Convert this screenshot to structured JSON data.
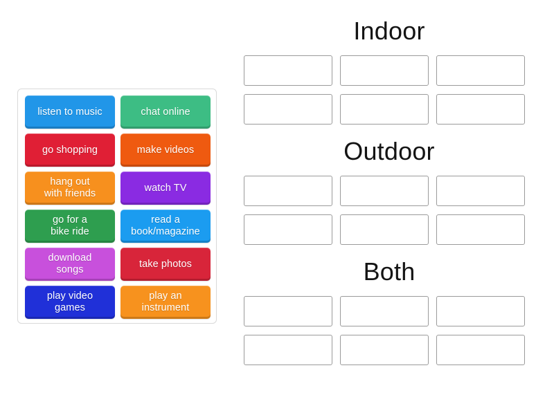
{
  "activity": {
    "type": "drag-and-drop-sorting",
    "word_bank": {
      "tiles": [
        {
          "label": "listen to music",
          "color": "#2196e8"
        },
        {
          "label": "chat online",
          "color": "#3dbd84"
        },
        {
          "label": "go shopping",
          "color": "#e01f35"
        },
        {
          "label": "make videos",
          "color": "#ef5a10"
        },
        {
          "label": "hang out\nwith friends",
          "line1": "hang out",
          "line2": "with friends",
          "color": "#f7901e"
        },
        {
          "label": "watch TV",
          "color": "#8a2be2"
        },
        {
          "label": "go for a\nbike ride",
          "line1": "go for a",
          "line2": "bike ride",
          "color": "#2e9e4f"
        },
        {
          "label": "read a\nbook/magazine",
          "line1": "read a",
          "line2": "book/magazine",
          "color": "#1b9cf0"
        },
        {
          "label": "download\nsongs",
          "line1": "download",
          "line2": "songs",
          "color": "#c850dc"
        },
        {
          "label": "take photos",
          "color": "#d8253a"
        },
        {
          "label": "play video\ngames",
          "line1": "play video",
          "line2": "games",
          "color": "#2030d8"
        },
        {
          "label": "play an\ninstrument",
          "line1": "play an",
          "line2": "instrument",
          "color": "#f7921e"
        }
      ]
    },
    "categories": [
      {
        "title": "Indoor",
        "slots": [
          "",
          "",
          "",
          "",
          "",
          ""
        ]
      },
      {
        "title": "Outdoor",
        "slots": [
          "",
          "",
          "",
          "",
          "",
          ""
        ]
      },
      {
        "title": "Both",
        "slots": [
          "",
          "",
          "",
          "",
          "",
          ""
        ]
      }
    ]
  }
}
